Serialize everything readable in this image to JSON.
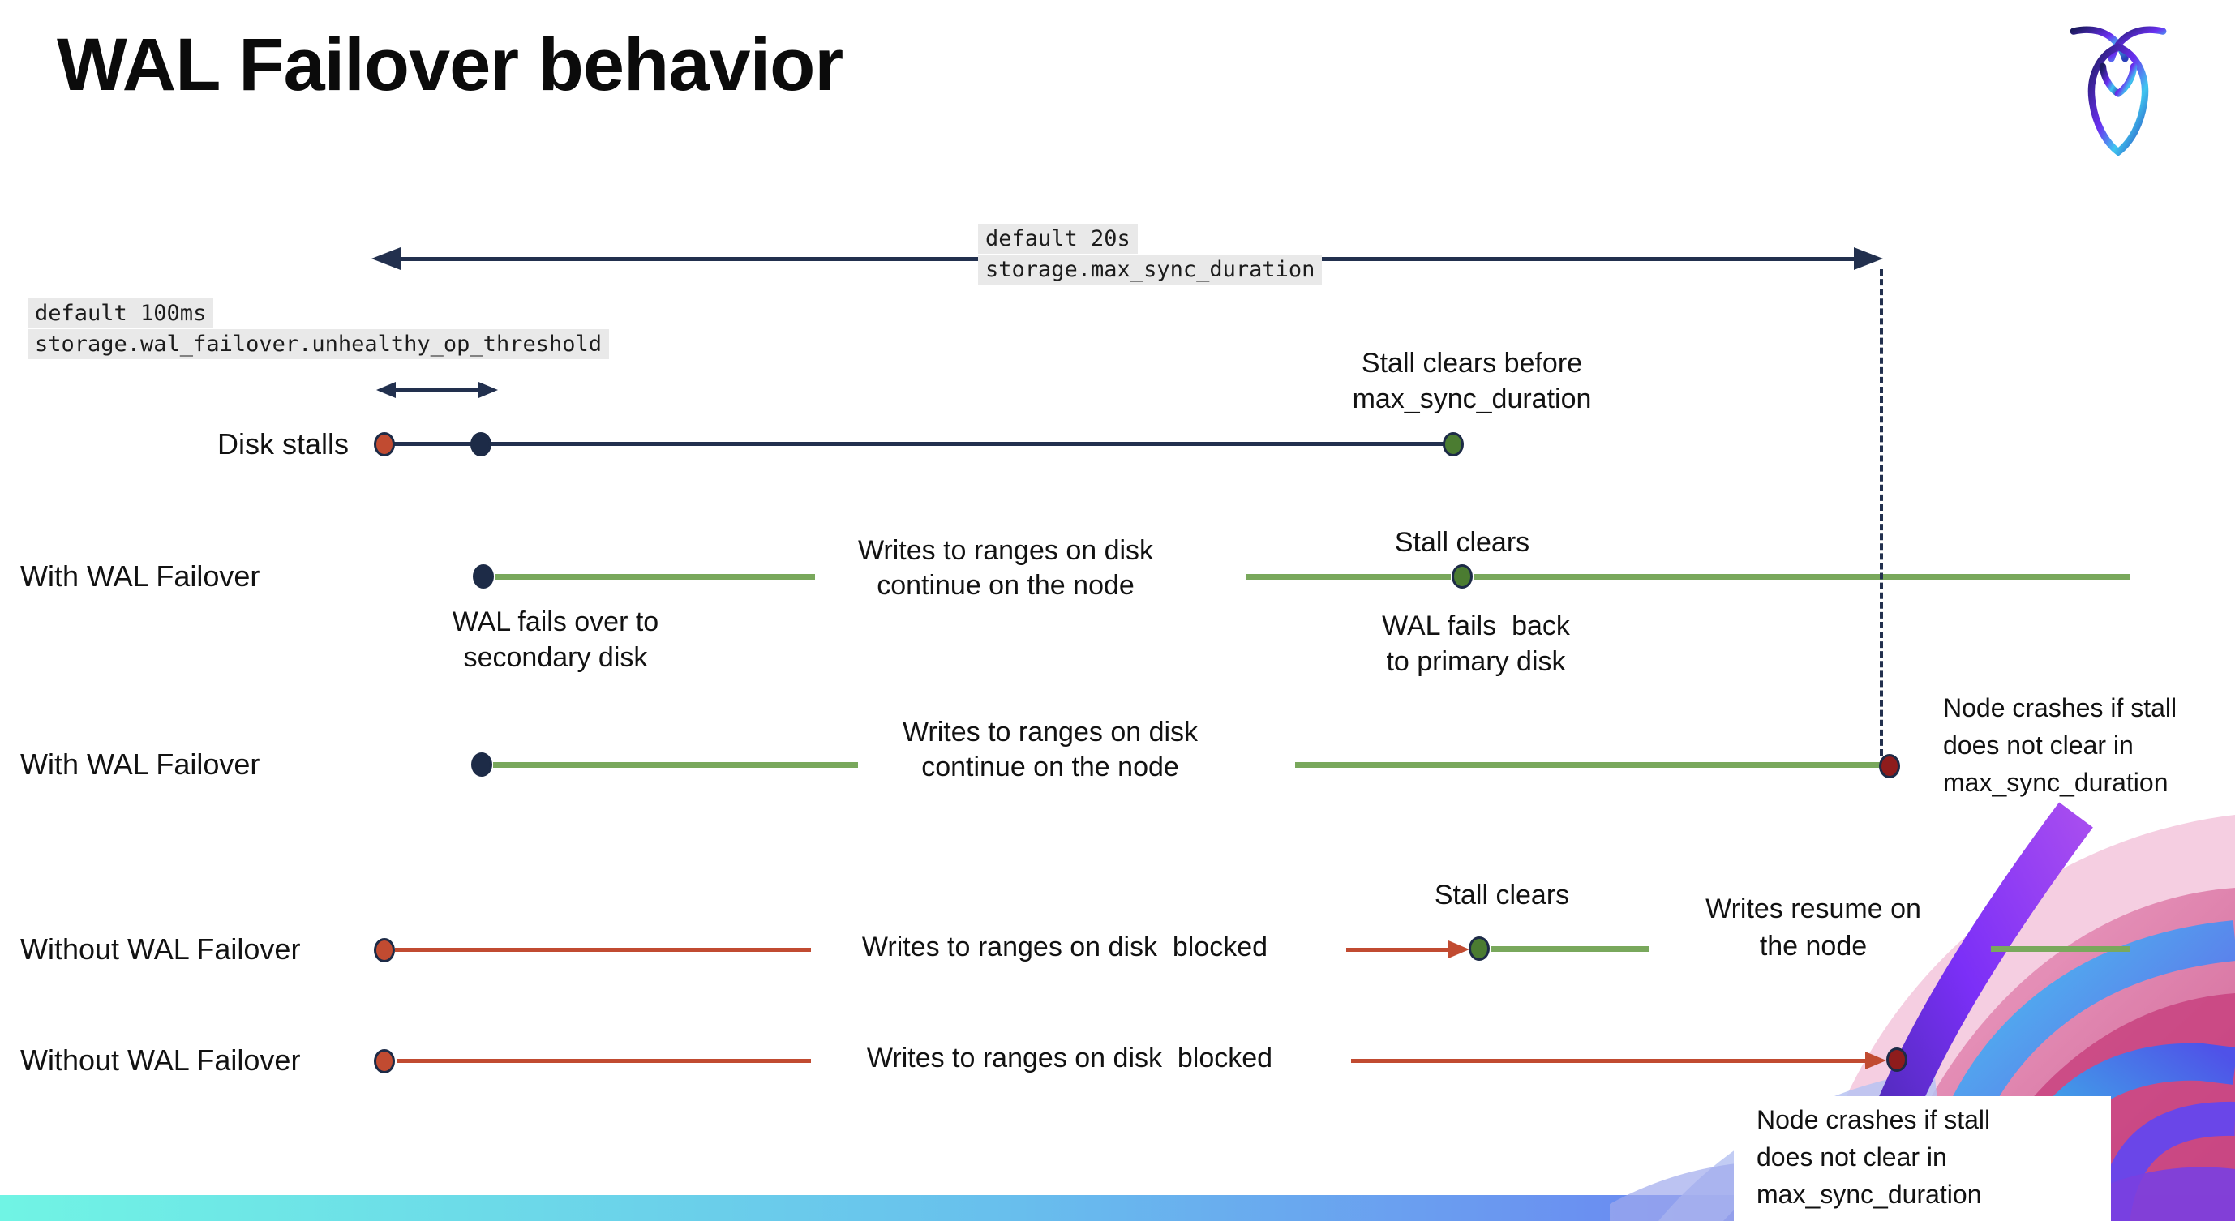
{
  "title": "WAL Failover behavior",
  "icons": {
    "logo": "cockroachdb-roach-icon"
  },
  "settings": {
    "max_sync_duration": {
      "default_label": "default 20s",
      "setting_name": "storage.max_sync_duration"
    },
    "unhealthy_op_threshold": {
      "default_label": "default 100ms",
      "setting_name": "storage.wal_failover.unhealthy_op_threshold"
    }
  },
  "rows": [
    {
      "label": "Disk stalls",
      "stall_clears_note": "Stall clears before\nmax_sync_duration"
    },
    {
      "label": "With WAL Failover",
      "failover_note": "WAL fails over to\nsecondary disk",
      "writes_note": "Writes to ranges on disk\ncontinue on the node",
      "stall_clears_label": "Stall clears",
      "failback_note": "WAL fails  back\nto primary disk"
    },
    {
      "label": "With WAL Failover",
      "writes_note": "Writes to ranges on disk\ncontinue on the node",
      "crash_note": "Node crashes if stall\ndoes not clear in\nmax_sync_duration"
    },
    {
      "label": "Without WAL Failover",
      "writes_note": "Writes to ranges on disk  blocked",
      "stall_clears_label": "Stall clears",
      "resume_note": "Writes resume on\nthe node"
    },
    {
      "label": "Without WAL Failover",
      "writes_note": "Writes to ranges on disk  blocked",
      "crash_note": "Node crashes if stall\ndoes not clear in\nmax_sync_duration"
    }
  ],
  "colors": {
    "navy": "#22304e",
    "green_line": "#79a85c",
    "green_dot": "#4b7c31",
    "red": "#c14b31",
    "maroon": "#8e1c1c",
    "highlight_bg": "#e9e9e9",
    "text": "#111111",
    "bar_start": "#70f4e4",
    "bar_mid": "#68bfed",
    "bar_end": "#6b84f2"
  }
}
